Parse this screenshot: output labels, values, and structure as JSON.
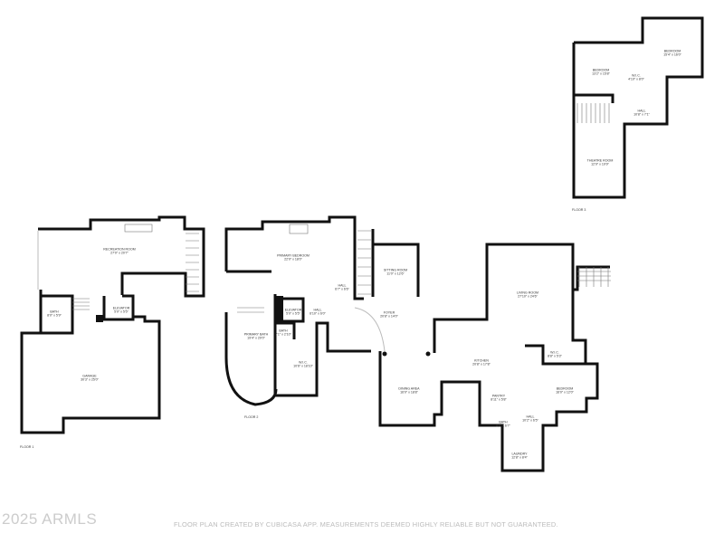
{
  "floors": [
    {
      "label": "FLOOR 1",
      "rooms": [
        {
          "name": "RECREATION ROOM",
          "dims": "27'0\" x 20'7\""
        },
        {
          "name": "BATH",
          "dims": "8'0\" x 5'9\""
        },
        {
          "name": "ELEVATOR",
          "dims": "5'0\" x 5'5\""
        },
        {
          "name": "GARAGE",
          "dims": "30'3\" x 25'0\""
        }
      ]
    },
    {
      "label": "FLOOR 2",
      "rooms": [
        {
          "name": "PRIMARY BEDROOM",
          "dims": "22'0\" x 18'0\""
        },
        {
          "name": "HALL",
          "dims": "6'7\" x 6'6\""
        },
        {
          "name": "ELEVATOR",
          "dims": "5'0\" x 5'5\""
        },
        {
          "name": "HALL",
          "dims": "6'10\" x 6'0\""
        },
        {
          "name": "PRIMARY BATH",
          "dims": "19'4\" x 20'0\""
        },
        {
          "name": "BATH",
          "dims": "7'1\" x 2'10\""
        },
        {
          "name": "W.I.C.",
          "dims": "10'6\" x 18'10\""
        },
        {
          "name": "SITTING ROOM",
          "dims": "11'0\" x 12'6\""
        },
        {
          "name": "FOYER",
          "dims": "20'8\" x 14'0\""
        },
        {
          "name": "LIVING ROOM",
          "dims": "27'10\" x 24'6\""
        },
        {
          "name": "KITCHEN",
          "dims": "20'8\" x 17'8\""
        },
        {
          "name": "DINING AREA",
          "dims": "16'0\" x 18'8\""
        },
        {
          "name": "W.I.C.",
          "dims": "8'8\" x 5'3\""
        },
        {
          "name": "BEDROOM",
          "dims": "16'0\" x 12'0\""
        },
        {
          "name": "PANTRY",
          "dims": "8'11\" x 5'8\""
        },
        {
          "name": "BATH",
          "dims": "8'0\" x 6'7\""
        },
        {
          "name": "HALL",
          "dims": "10'2\" x 6'5\""
        },
        {
          "name": "LAUNDRY",
          "dims": "12'8\" x 8'4\""
        }
      ]
    },
    {
      "label": "FLOOR 3",
      "rooms": [
        {
          "name": "BEDROOM",
          "dims": "13'2\" x 15'8\""
        },
        {
          "name": "W.I.C.",
          "dims": "4'10\" x 8'0\""
        },
        {
          "name": "BEDROOM",
          "dims": "15'4\" x 16'0\""
        },
        {
          "name": "HALL",
          "dims": "10'8\" x 7'1\""
        },
        {
          "name": "THEATRE ROOM",
          "dims": "12'9\" x 19'9\""
        }
      ]
    }
  ],
  "watermark": "2025 ARMLS",
  "disclaimer": "FLOOR PLAN CREATED BY CUBICASA APP. MEASUREMENTS DEEMED HIGHLY RELIABLE BUT NOT GUARANTEED.",
  "colors": {
    "walls": "#111111",
    "watermark": "#cccccc"
  }
}
